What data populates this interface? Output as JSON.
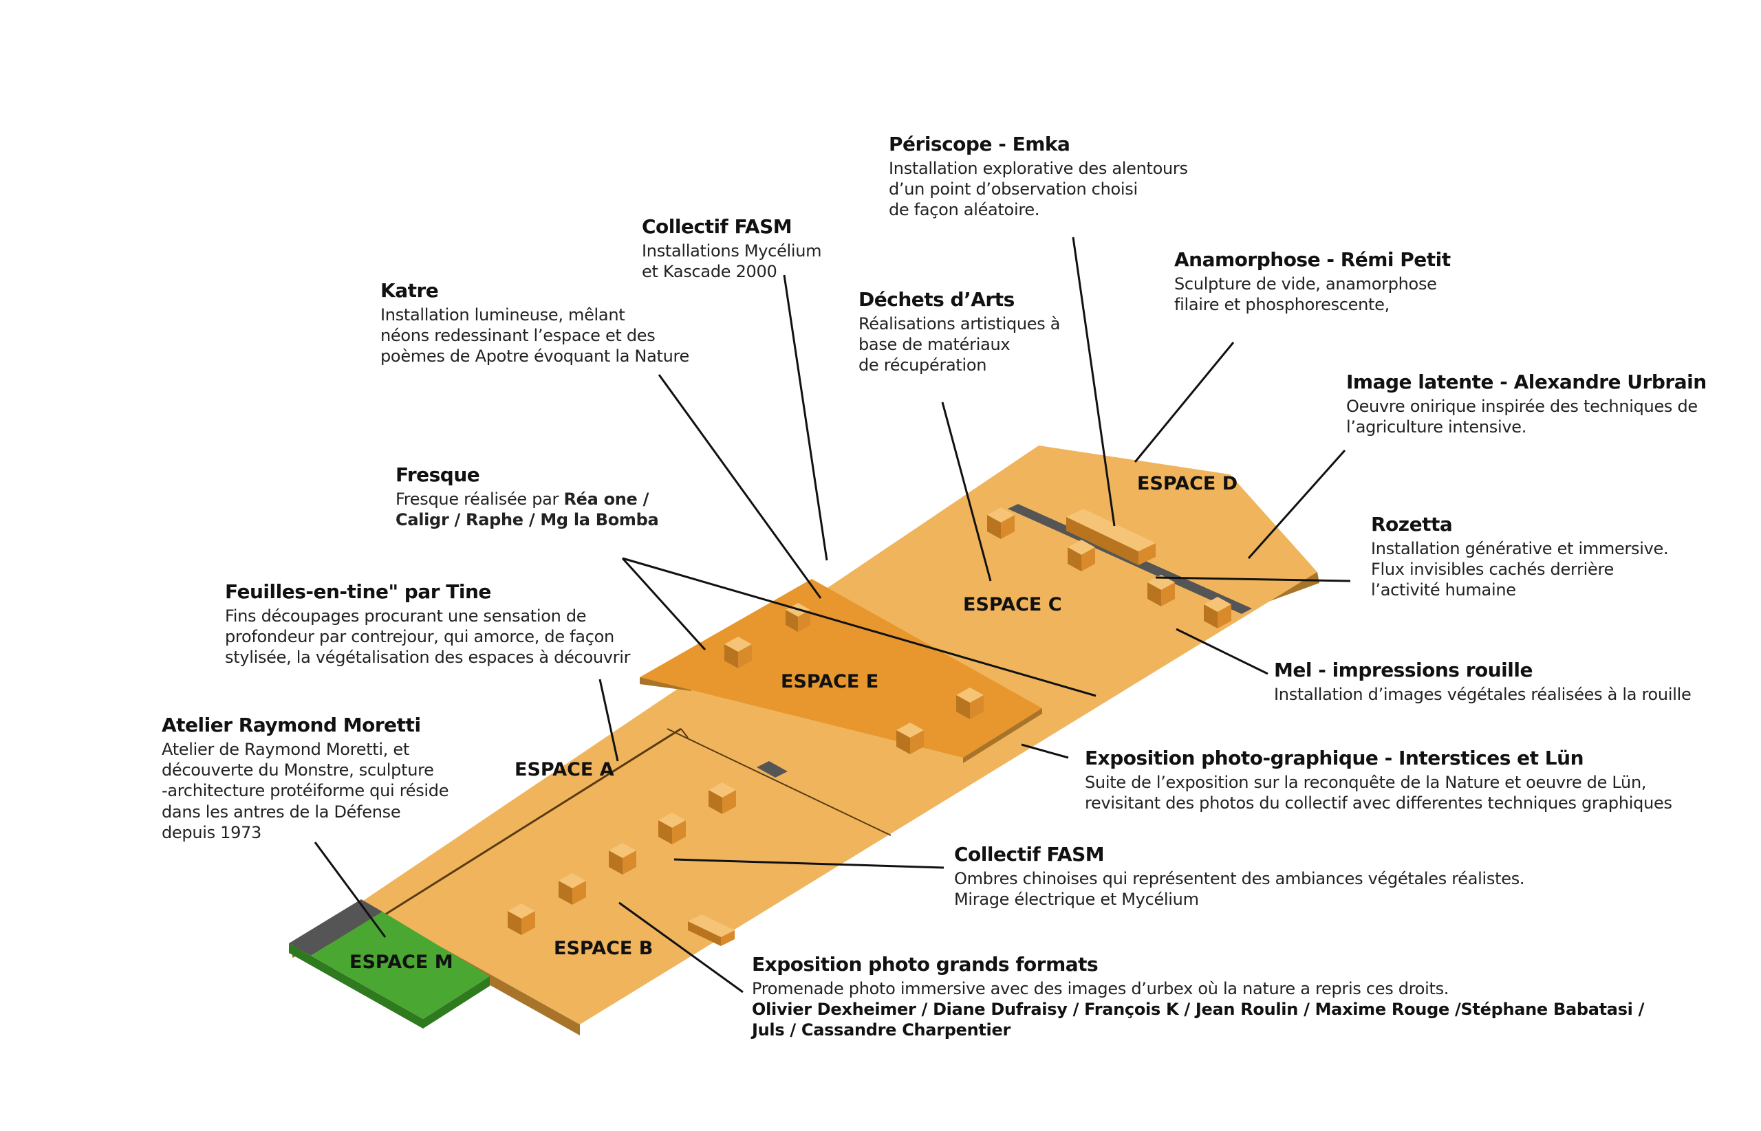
{
  "zones": {
    "espace_a": "ESPACE A",
    "espace_b": "ESPACE B",
    "espace_c": "ESPACE C",
    "espace_d": "ESPACE D",
    "espace_e": "ESPACE E",
    "espace_m": "ESPACE M"
  },
  "colors": {
    "platform": "#f0b55c",
    "platform_dark": "#a8742a",
    "espace_e": "#e8972e",
    "espace_m": "#4aa832",
    "gray": "#555555",
    "box": "#d98a2b"
  },
  "annotations": {
    "periscope": {
      "title": "Périscope - Emka",
      "desc": "Installation explorative des alentours\nd’un point d’observation choisi\nde façon aléatoire."
    },
    "fasm_top": {
      "title": "Collectif FASM",
      "desc": "Installations Mycélium\net Kascade 2000"
    },
    "anamorphose": {
      "title": "Anamorphose - Rémi Petit",
      "desc": "Sculpture de vide, anamorphose\nfilaire et phosphorescente,"
    },
    "katre": {
      "title": "Katre",
      "desc": "Installation lumineuse, mêlant\nnéons redessinant l’espace et des\npoèmes de Apotre évoquant la Nature"
    },
    "dechets": {
      "title": "Déchets d’Arts",
      "desc": "Réalisations artistiques à\nbase de matériaux\nde récupération"
    },
    "image_latente": {
      "title": "Image latente - Alexandre Urbrain",
      "desc": "Oeuvre onirique inspirée des techniques de\nl’agriculture intensive."
    },
    "fresque": {
      "title": "Fresque",
      "desc_prefix": "Fresque réalisée par ",
      "desc_artists": "Réa one /\nCaligr / Raphe / Mg la Bomba"
    },
    "rozetta": {
      "title": "Rozetta",
      "desc": "Installation générative et immersive.\nFlux invisibles cachés derrière\nl’activité humaine"
    },
    "feuilles": {
      "title": "Feuilles-en-tine\" par Tine",
      "desc": "Fins découpages procurant une sensation de\nprofondeur par contrejour, qui amorce, de façon\nstylisée, la végétalisation des espaces à découvrir"
    },
    "mel": {
      "title": "Mel - impressions rouille",
      "desc": "Installation d’images végétales réalisées à la rouille"
    },
    "moretti": {
      "title": "Atelier Raymond Moretti",
      "desc": "Atelier de Raymond Moretti, et\ndécouverte du Monstre, sculpture\n-architecture protéiforme qui réside\ndans les antres de la Défense\ndepuis 1973"
    },
    "expo_photo_graphique": {
      "title": "Exposition photo-graphique - Interstices et Lün",
      "desc": "Suite de l’exposition sur la reconquête de la Nature et oeuvre de Lün,\nrevisitant des photos du collectif avec differentes techniques graphiques"
    },
    "fasm_bottom": {
      "title": "Collectif FASM",
      "desc": "Ombres chinoises qui représentent des ambiances végétales réalistes.\nMirage électrique et Mycélium"
    },
    "expo_grands_formats": {
      "title": "Exposition photo grands formats",
      "desc": "Promenade photo immersive avec des images d’urbex où la nature a repris ces droits.",
      "artists": "Olivier Dexheimer / Diane Dufraisy / François K / Jean Roulin / Maxime Rouge /Stéphane Babatasi /\nJuls / Cassandre Charpentier"
    }
  }
}
